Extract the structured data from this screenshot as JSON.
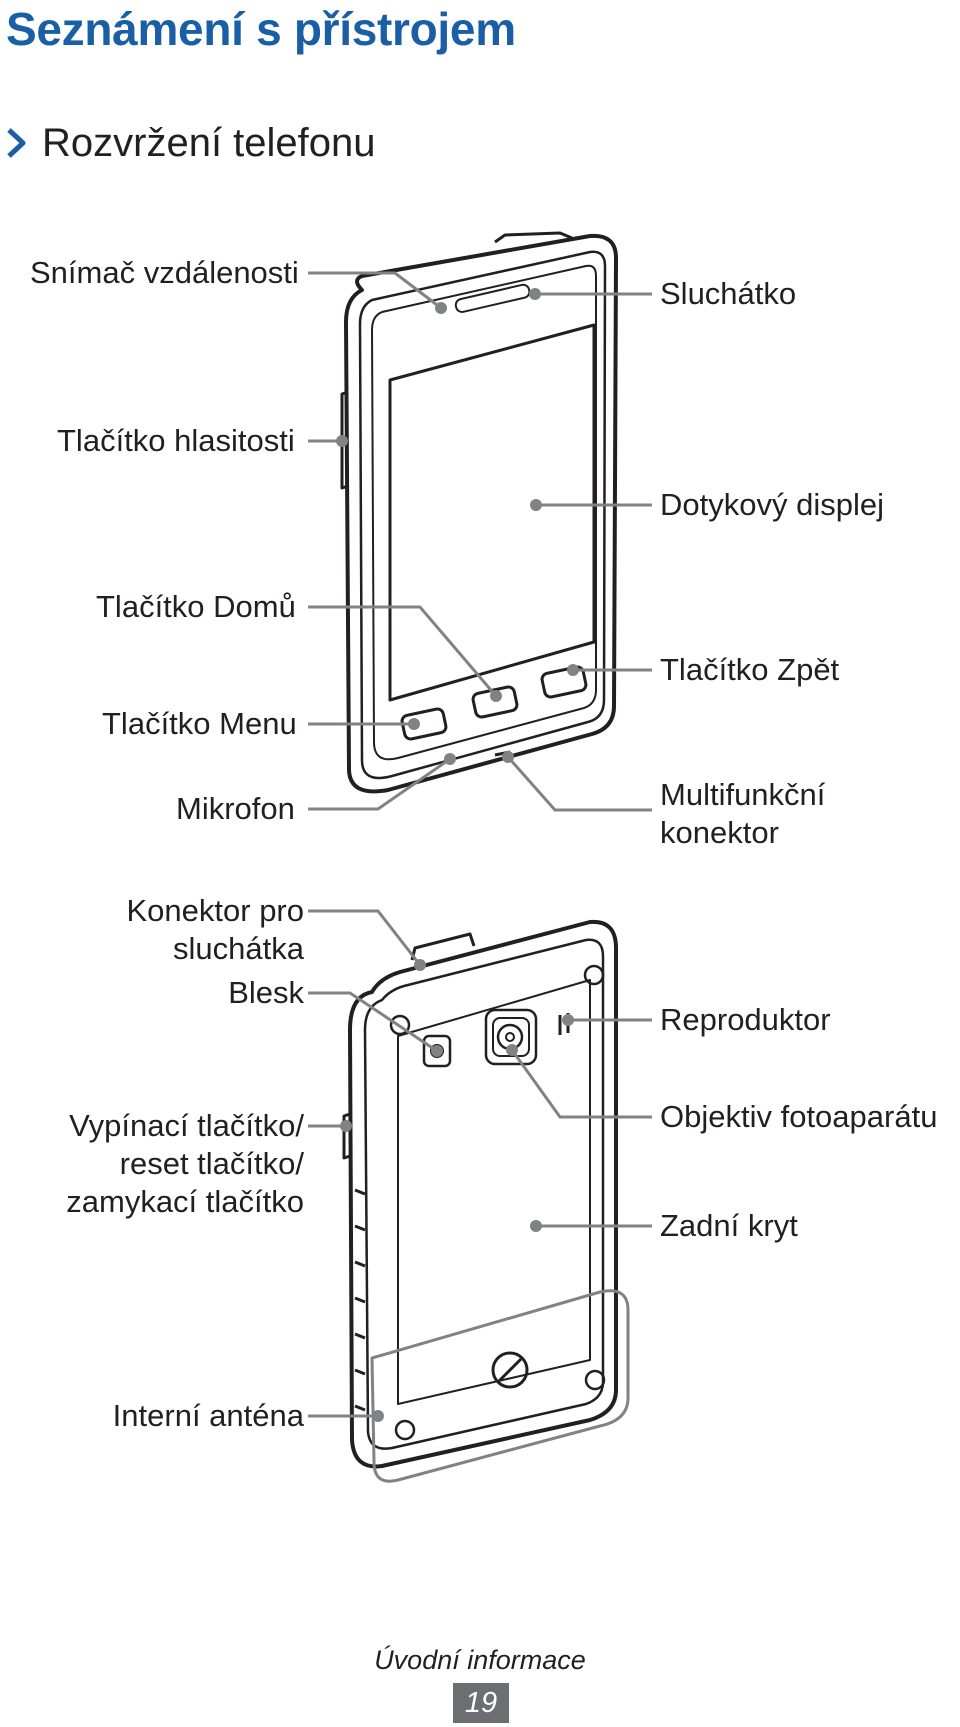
{
  "header": {
    "title": "Seznámení s přístrojem",
    "section_title": "Rozvržení telefonu"
  },
  "front_labels": {
    "proximity_sensor": "Snímač vzdálenosti",
    "volume_key": "Tlačítko hlasitosti",
    "home_key": "Tlačítko Domů",
    "menu_key": "Tlačítko Menu",
    "microphone": "Mikrofon",
    "earpiece": "Sluchátko",
    "touch_display": "Dotykový displej",
    "back_key": "Tlačítko Zpět",
    "multifunction_jack_line1": "Multifunkční",
    "multifunction_jack_line2": "konektor"
  },
  "rear_labels": {
    "headset_jack_line1": "Konektor pro",
    "headset_jack_line2": "sluchátka",
    "flash": "Blesk",
    "power_key_line1": "Vypínací tlačítko/",
    "power_key_line2": "reset tlačítko/",
    "power_key_line3": "zamykací tlačítko",
    "internal_antenna": "Interní anténa",
    "speaker": "Reproduktor",
    "camera_lens": "Objektiv fotoaparátu",
    "back_cover": "Zadní kryt"
  },
  "footer": {
    "chapter": "Úvodní informace",
    "page_number": "19"
  },
  "colors": {
    "title_blue": "#1a5fa6",
    "callout_gray": "#808285",
    "outline": "#231f20",
    "badge_gray": "#6d6e71"
  }
}
